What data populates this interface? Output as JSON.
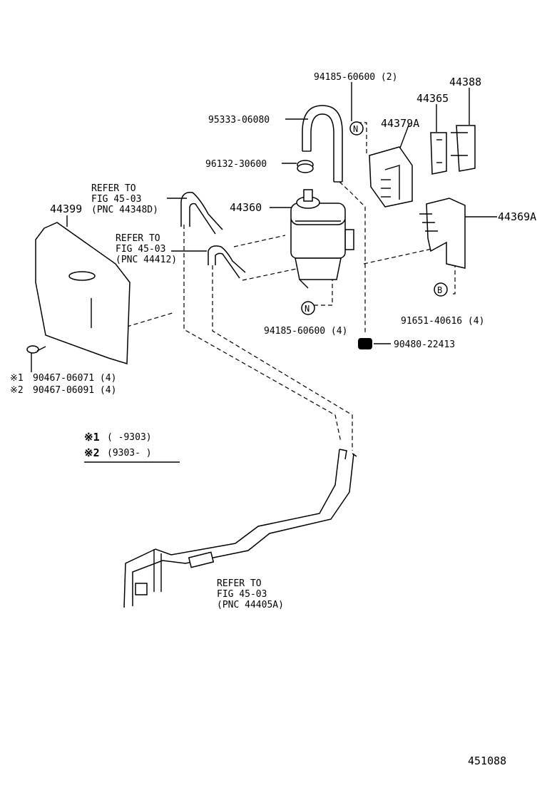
{
  "parts": {
    "p1": "94185-60600 (2)",
    "p2": "44388",
    "p3": "44365",
    "p4": "95333-06080",
    "p5": "44379A",
    "p6": "96132-30600",
    "p7": "44360",
    "p8": "44369A",
    "p9": "44399",
    "p10": "94185-60600 (4)",
    "p11": "91651-40616 (4)",
    "p12": "90480-22413",
    "p13": "90467-06071 (4)",
    "p14": "90467-06091 (4)"
  },
  "refs": {
    "r1": [
      "REFER TO",
      "FIG 45-03",
      "(PNC 44348D)"
    ],
    "r2": [
      "REFER TO",
      "FIG 45-03",
      "(PNC 44412)"
    ],
    "r3": [
      "REFER TO",
      "FIG 45-03",
      "(PNC 44405A)"
    ]
  },
  "notes": {
    "mark1": "※1",
    "mark2": "※2",
    "range1": "(      -9303)",
    "range2": "(9303-      )"
  },
  "circle_marks": {
    "n": "N",
    "b": "B"
  },
  "figure_number": "451088"
}
